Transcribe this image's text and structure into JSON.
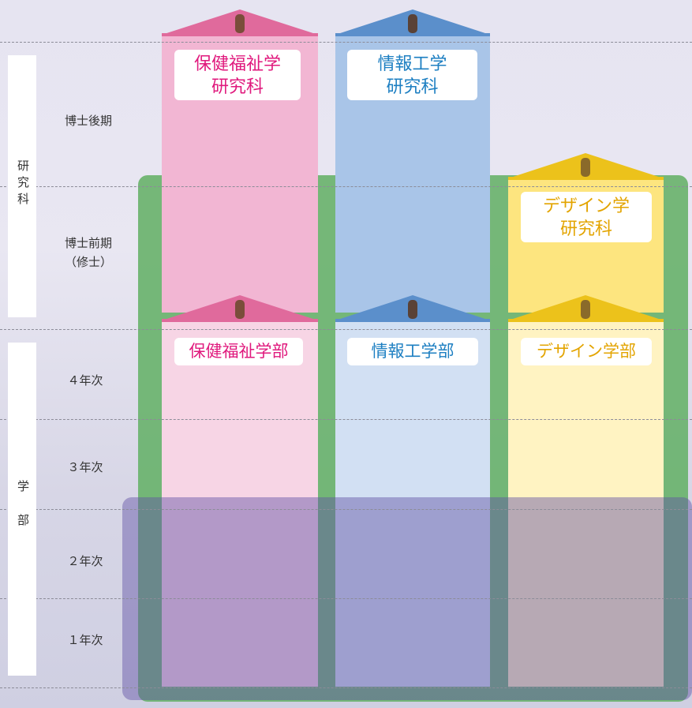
{
  "side": {
    "graduate_label": "研究科",
    "undergrad_label": "学部"
  },
  "levels": {
    "doctor_late": "博士後期",
    "doctor_early": "博士前期",
    "master": "（修士）",
    "year4": "４年次",
    "year3": "３年次",
    "year2": "２年次",
    "year1": "１年次"
  },
  "graduate": {
    "health": {
      "line1": "保健福祉学",
      "line2": "研究科"
    },
    "info": {
      "line1": "情報工学",
      "line2": "研究科"
    },
    "design": {
      "line1": "デザイン学",
      "line2": "研究科"
    }
  },
  "faculties": {
    "health": "保健福祉学部",
    "info": "情報工学部",
    "design": "デザイン学部"
  },
  "colors": {
    "pink_text": "#e0197d",
    "blue_text": "#1d7fc2",
    "yellow_text": "#e3a400",
    "green_frame": "#6ab36e",
    "purple_overlay": "#5f50a5"
  }
}
